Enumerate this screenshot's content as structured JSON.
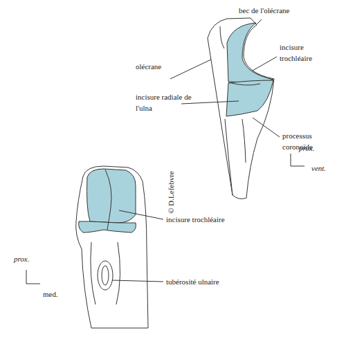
{
  "diagram": {
    "labels": [
      "bec de l'olécrane",
      "incisure trochléaire",
      "olécrane",
      "incisure radiale de l'ulna",
      "processus coronoïde",
      "prox.",
      "vent.",
      "© D.Lefebvre",
      "incisure trochléaire",
      "tubérosité ulnaire",
      "prox.",
      "med."
    ]
  }
}
